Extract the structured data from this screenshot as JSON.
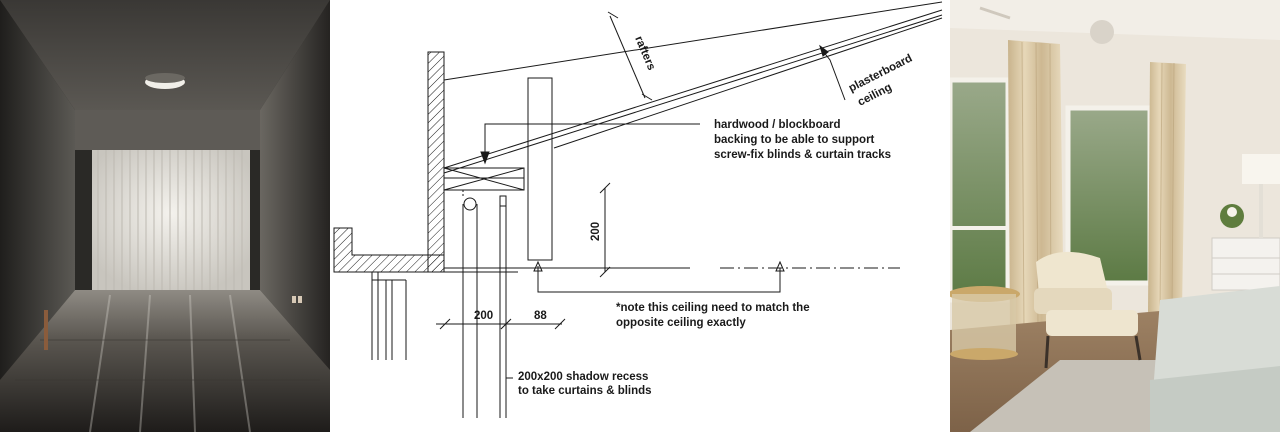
{
  "drawing": {
    "labels": {
      "rafters": "rafters",
      "plasterboard_line1": "plasterboard",
      "plasterboard_line2": "ceiling",
      "backing_line1": "hardwood / blockboard",
      "backing_line2": "backing to be able to support",
      "backing_line3": "screw-fix blinds & curtain tracks",
      "dim_vertical": "200",
      "dim_width": "200",
      "dim_gap": "88",
      "note_line1": "*note this ceiling need to match the",
      "note_line2": "opposite ceiling exactly",
      "recess_line1": "200x200 shadow recess",
      "recess_line2": "to take curtains & blinds"
    }
  },
  "colors": {
    "line": "#1a1a1a",
    "left_photo_dark": "#2d2b28",
    "right_photo_wall": "#ece6dc",
    "curtain": "#d9c8a6",
    "greenery": "#6f8b52"
  }
}
